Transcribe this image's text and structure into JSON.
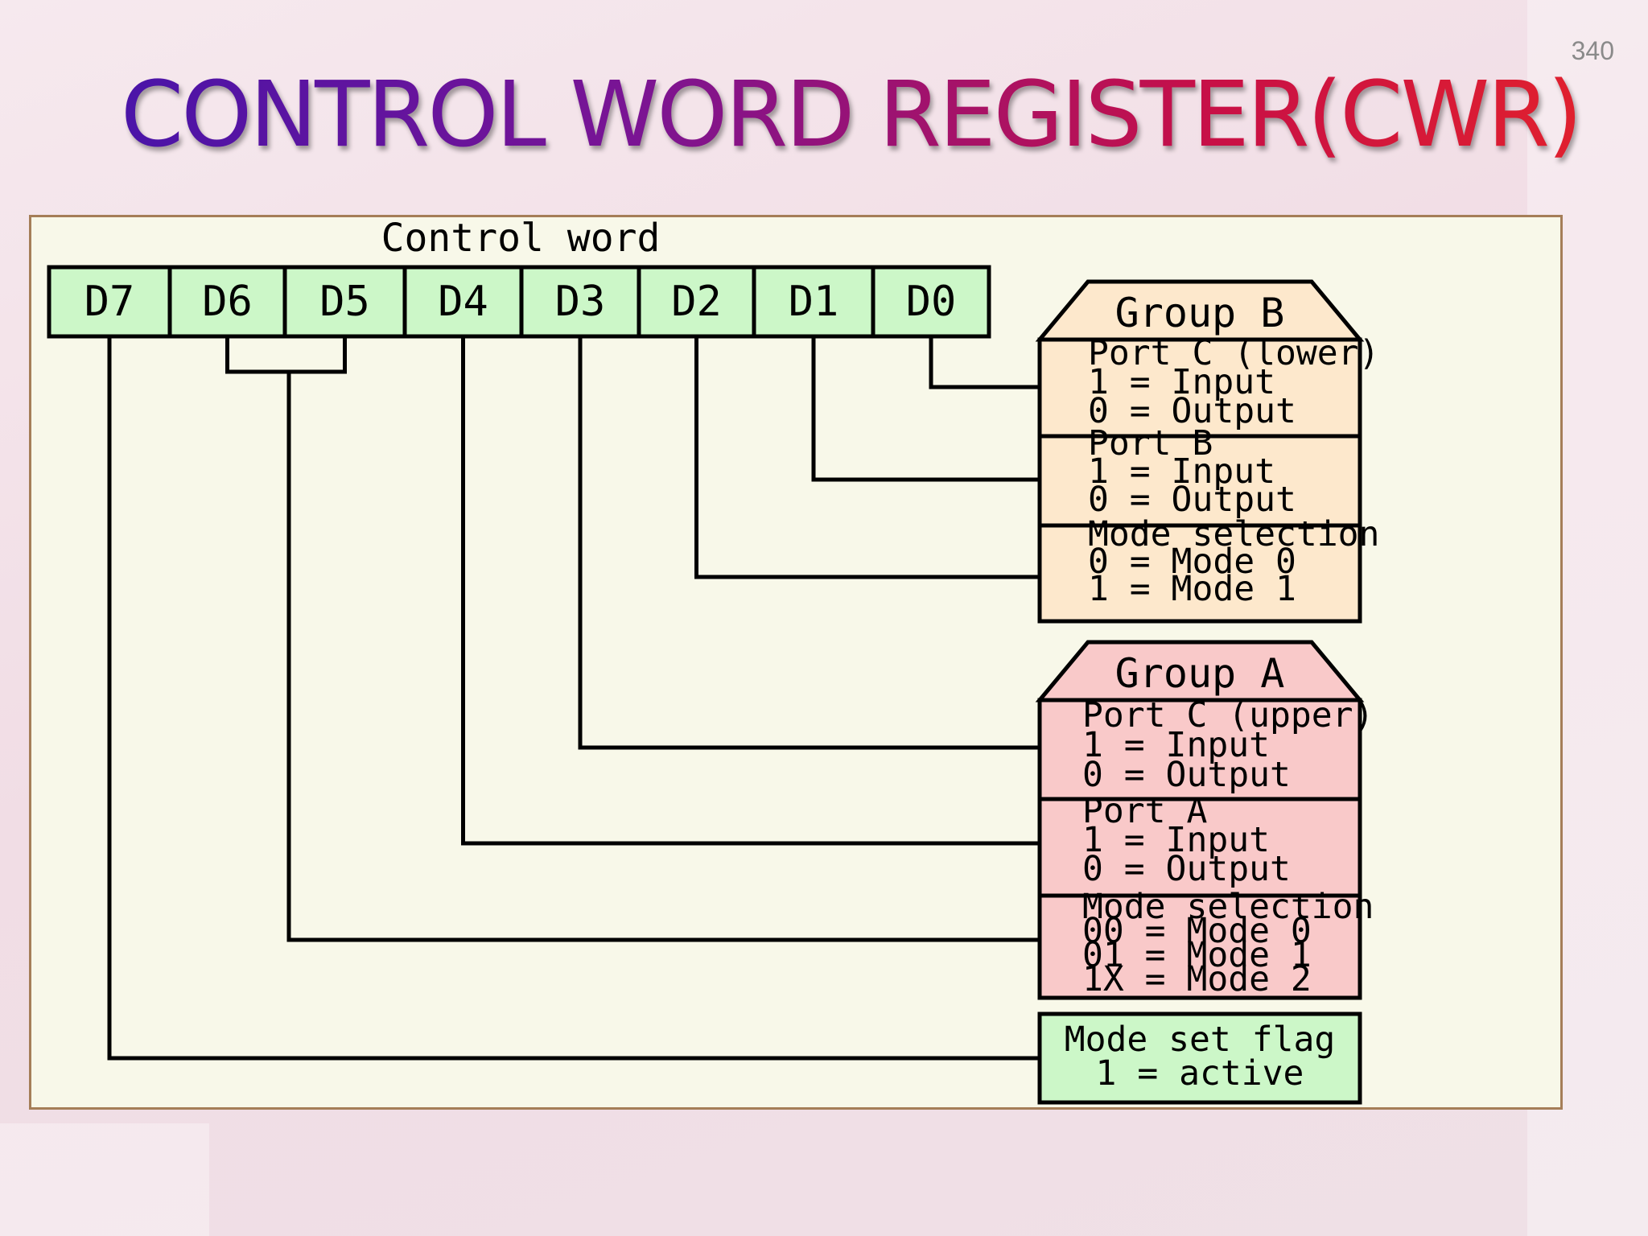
{
  "slide": {
    "number": "340",
    "title": "CONTROL WORD REGISTER(CWR)"
  },
  "diagram": {
    "control_word_label": "Control word",
    "bits": [
      "D7",
      "D6",
      "D5",
      "D4",
      "D3",
      "D2",
      "D1",
      "D0"
    ],
    "group_b": {
      "title": "Group B",
      "sections": [
        {
          "name": "port-c-lower",
          "lines": [
            "Port C (lower)",
            "1 = Input",
            "0 = Output"
          ]
        },
        {
          "name": "port-b",
          "lines": [
            "Port B",
            "1 = Input",
            "0 = Output"
          ]
        },
        {
          "name": "mode-selection-b",
          "lines": [
            "Mode selection",
            "0 = Mode 0",
            "1 = Mode 1"
          ]
        }
      ]
    },
    "group_a": {
      "title": "Group A",
      "sections": [
        {
          "name": "port-c-upper",
          "lines": [
            "Port C (upper)",
            "1 = Input",
            "0 = Output"
          ]
        },
        {
          "name": "port-a",
          "lines": [
            "Port A",
            "1 = Input",
            "0 = Output"
          ]
        },
        {
          "name": "mode-selection-a",
          "lines": [
            "Mode selection",
            "00 = Mode 0",
            "01 = Mode 1",
            "1X = Mode 2"
          ]
        }
      ]
    },
    "mode_set_flag": {
      "lines": [
        "Mode set flag",
        "1 = active"
      ]
    },
    "colors": {
      "bit_fill": "#ccf7c8",
      "group_b_fill": "#fde8cc",
      "group_a_fill": "#f9c9c9",
      "flag_fill": "#ccf7c8",
      "panel_fill": "#f8f8e9"
    }
  }
}
